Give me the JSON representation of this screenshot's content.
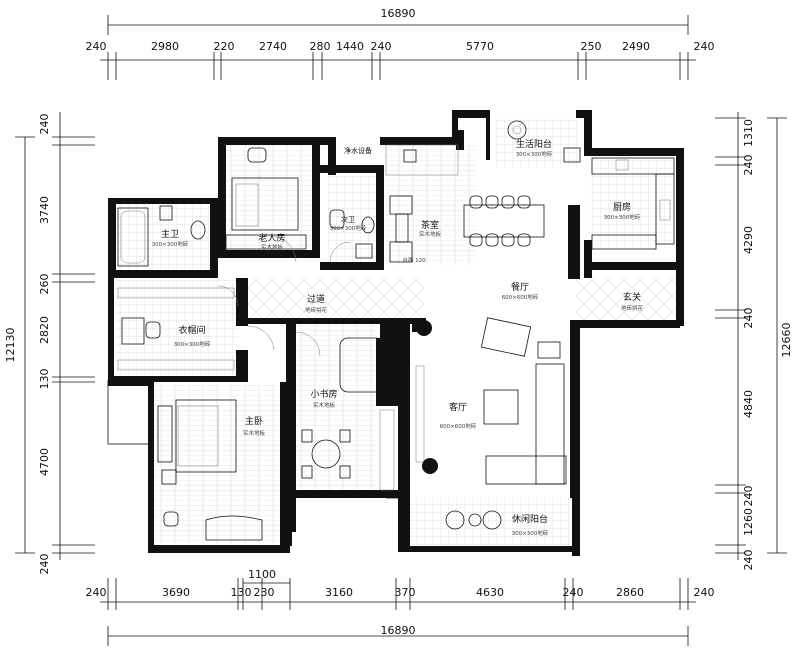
{
  "dimensions": {
    "top_total": "16890",
    "top_segments": [
      "240",
      "2980",
      "220",
      "2740",
      "280",
      "1440",
      "240",
      "5770",
      "250",
      "2490",
      "240"
    ],
    "bottom_total": "16890",
    "bottom_segments": [
      "240",
      "3690",
      "130",
      "230",
      "3160",
      "370",
      "4630",
      "240",
      "2860",
      "240"
    ],
    "bottom_upper": "1100",
    "left_total": "12130",
    "left_segments": [
      "240",
      "3740",
      "260",
      "2820",
      "130",
      "4700",
      "240"
    ],
    "right_total": "12660",
    "right_segments": [
      "1310",
      "240",
      "4290",
      "240",
      "4840",
      "240",
      "1260",
      "240"
    ]
  },
  "rooms": {
    "master_bath": {
      "name": "主卫",
      "sub": "300×300地砖"
    },
    "elder_room": {
      "name": "老人房",
      "sub": "实木地板"
    },
    "water_purify": {
      "name": "净水设备"
    },
    "second_bath": {
      "name": "次卫",
      "sub": "300×300地砖"
    },
    "tea_room": {
      "name": "茶室",
      "sub": "实木地板"
    },
    "service_balc": {
      "name": "生活阳台",
      "sub": "300×300地砖"
    },
    "kitchen": {
      "name": "厨房",
      "sub": "300×300地砖"
    },
    "dining": {
      "name": "餐厅",
      "sub": "600×600地砖"
    },
    "corridor": {
      "name": "过道",
      "sub": "地砖拼花"
    },
    "foyer": {
      "name": "玄关",
      "sub": "地砖拼花"
    },
    "cloakroom": {
      "name": "衣帽间",
      "sub": "300×300地砖"
    },
    "small_study": {
      "name": "小书房",
      "sub": "实木地板"
    },
    "living": {
      "name": "客厅",
      "sub": "600×600地砖"
    },
    "master_bed": {
      "name": "主卧",
      "sub": "实木地板"
    },
    "leisure_balc": {
      "name": "休闲阳台",
      "sub": "300×300地砖"
    }
  },
  "annotations": {
    "counter": "台面 120"
  }
}
